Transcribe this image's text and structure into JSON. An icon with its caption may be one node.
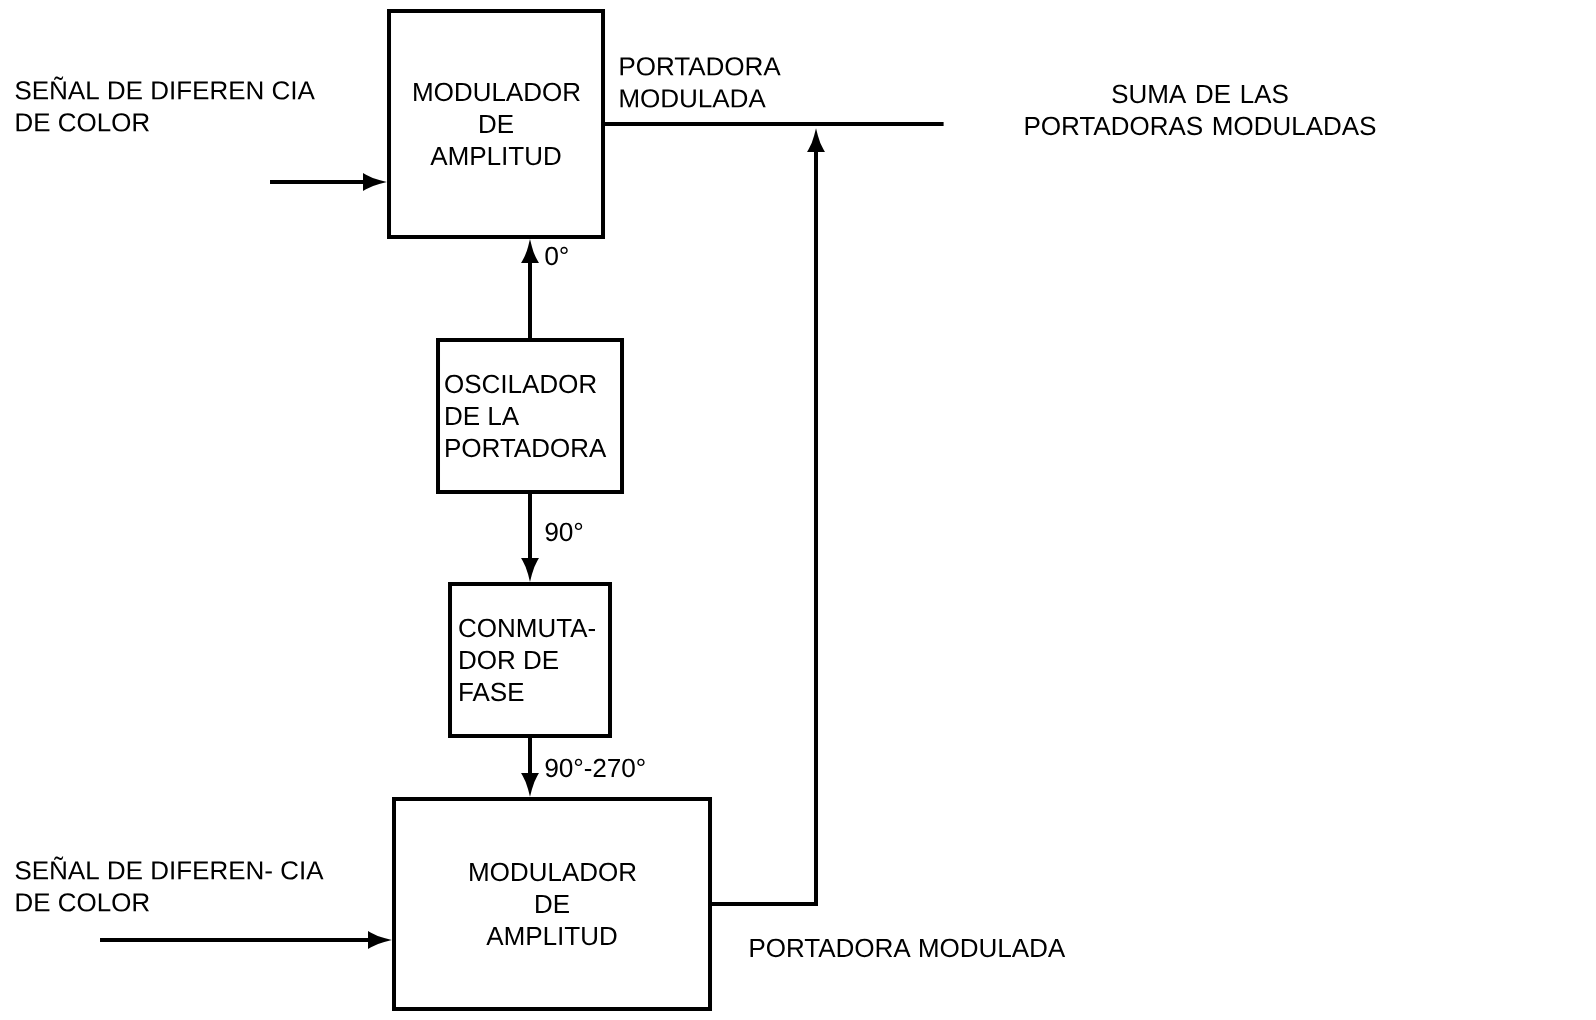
{
  "diagram": {
    "nodes": [
      {
        "text": [
          "MODULADOR DE AMPLITUD"
        ]
      },
      {
        "text": [
          "OSCILADOR DE LA PORTADORA"
        ]
      },
      {
        "text": [
          "CONMUTA- DOR DE FASE"
        ]
      },
      {
        "text": [
          "MODULADOR DE AMPLITUD"
        ]
      },
      {
        "text": [
          "SUMA DE LAS PORTADORAS MODULADAS"
        ]
      }
    ],
    "edges": [
      {
        "from": null,
        "to": 0,
        "arrow": "to",
        "label": "SEÑAL DE DIFEREN CIA DE COLOR"
      },
      {
        "from": 0,
        "to": 4,
        "arrow": "none",
        "label": "PORTADORA MODULADA"
      },
      {
        "from": 1,
        "to": 0,
        "arrow": "to",
        "label": "0°"
      },
      {
        "from": 1,
        "to": 2,
        "arrow": "to",
        "label": "90°"
      },
      {
        "from": 2,
        "to": 3,
        "arrow": "to",
        "label": "90°-270°"
      },
      {
        "from": null,
        "to": 3,
        "arrow": "to",
        "label": "SEÑAL DE DIFEREN- CIA DE COLOR"
      },
      {
        "from": 3,
        "to": null,
        "arrow": "to",
        "label": "PORTADORA MODULADA"
      }
    ]
  }
}
